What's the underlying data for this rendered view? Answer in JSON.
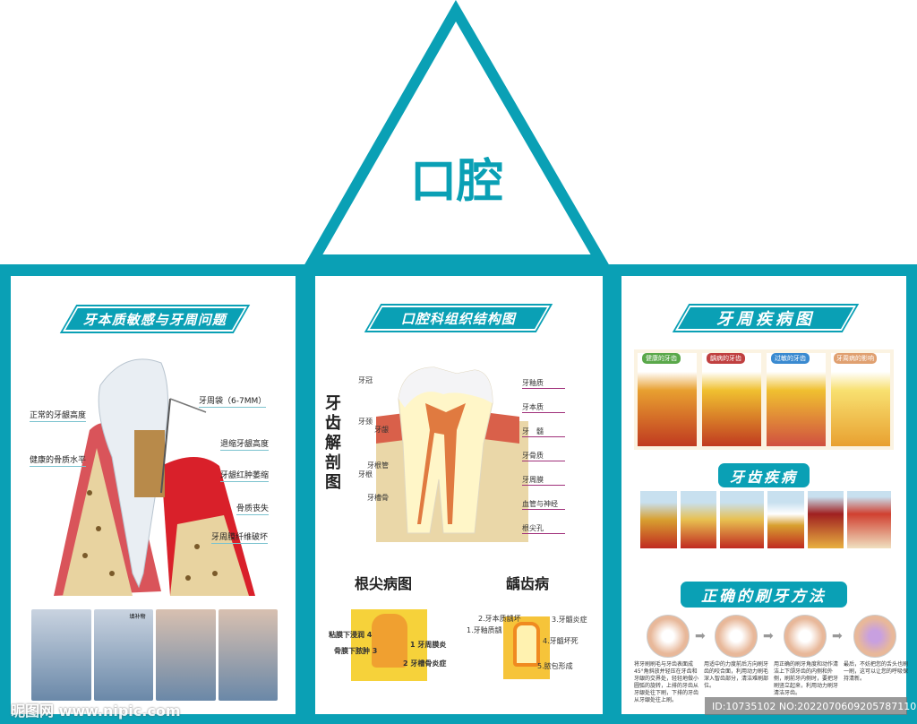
{
  "header": {
    "title": "口腔",
    "color": "#0aa0b5"
  },
  "left_panel": {
    "title": "牙本质敏感与牙周问题",
    "labels_left": [
      "正常的牙龈高度",
      "健康的骨质水平"
    ],
    "labels_right": [
      "牙周袋（6-7MM）",
      "退缩牙龈高度",
      "牙龈红肿萎缩",
      "骨质丧失",
      "牙周膜纤维破坏"
    ],
    "filling_label": "填补物"
  },
  "middle_panel": {
    "title": "口腔科组织结构图",
    "diagram_title": "牙齿解剖图",
    "sections": [
      "牙冠",
      "牙颈",
      "牙根"
    ],
    "labels_left": [
      "牙龈",
      "牙根管",
      "牙槽骨"
    ],
    "labels_right": [
      "牙釉质",
      "牙本质",
      "牙　髓",
      "牙骨质",
      "牙周膜",
      "血管与神经",
      "根尖孔"
    ],
    "apical": {
      "title": "根尖病图",
      "labels": [
        "粘膜下浸润 4",
        "骨膜下脓肿 3",
        "1 牙周膜炎",
        "2 牙槽骨炎症"
      ]
    },
    "caries": {
      "title": "龋齿病",
      "labels": [
        "2.牙本质龋坏",
        "1.牙釉质龋",
        "3.牙髓炎症",
        "4.牙髓坏死",
        "5.脓包形成"
      ]
    }
  },
  "right_panel": {
    "title": "牙周疾病图",
    "tooth_types": [
      "健康的牙齿",
      "龋病的牙齿",
      "过敏的牙齿",
      "牙周病的影响"
    ],
    "diseases_title": "牙齿疾病",
    "brushing_title": "正确的刷牙方法",
    "steps": [
      "将牙刷刷毛与牙齿表面成45°角斜放并轻压在牙齿和牙龈的交界处，轻轻地做小圆弧的旋转，上排的牙齿从牙龈处往下刷，下排的牙齿从牙龈处往上刷。",
      "用适中的力度前后方向刷牙齿的咬合面，利用动力刷毛深入智齿部分，清洁难刷部位。",
      "用正确的刷牙角度和动作清洁上下颌牙齿的内侧和外侧，刷前牙内侧时，要把牙刷竖立起来，利用动力刷牙清洁牙齿。",
      "最后，不妨把您的舌头也刷一刷，这可以让您的呼吸保持清新。"
    ]
  },
  "watermark": {
    "site": "昵图网 www.nipic.com",
    "id": "ID:10735102 NO:20220706092057871102"
  }
}
